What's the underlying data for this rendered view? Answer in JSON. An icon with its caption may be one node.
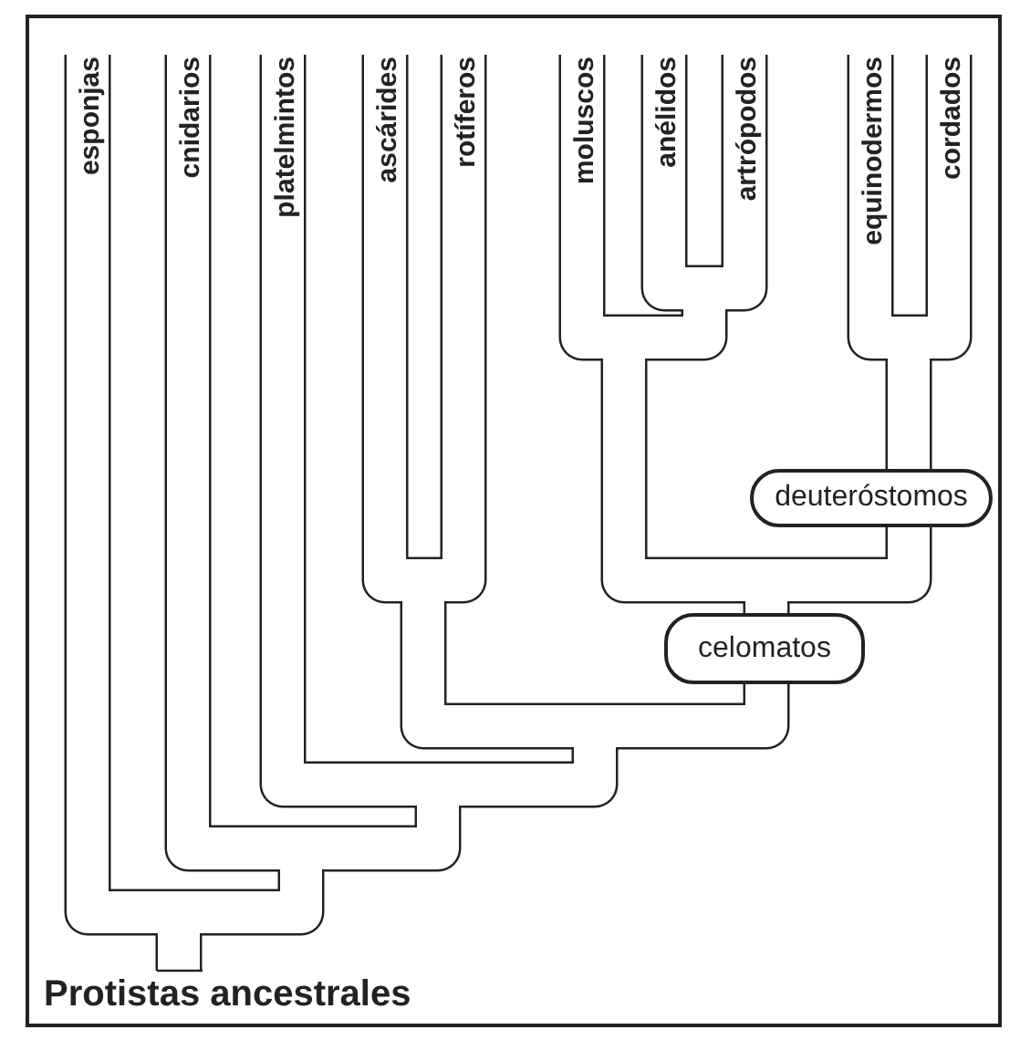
{
  "diagram": {
    "nodes": [
      {
        "text": [
          "deuteróstomos"
        ]
      },
      {
        "text": [
          "celomatos"
        ]
      }
    ],
    "labels": [
      "esponjas",
      "cnidarios",
      "platelmintos",
      "ascárides",
      "rotíferos",
      "moluscos",
      "anélidos",
      "artrópodos",
      "equinodermos",
      "cordados",
      "Protistas ancestrales"
    ]
  }
}
